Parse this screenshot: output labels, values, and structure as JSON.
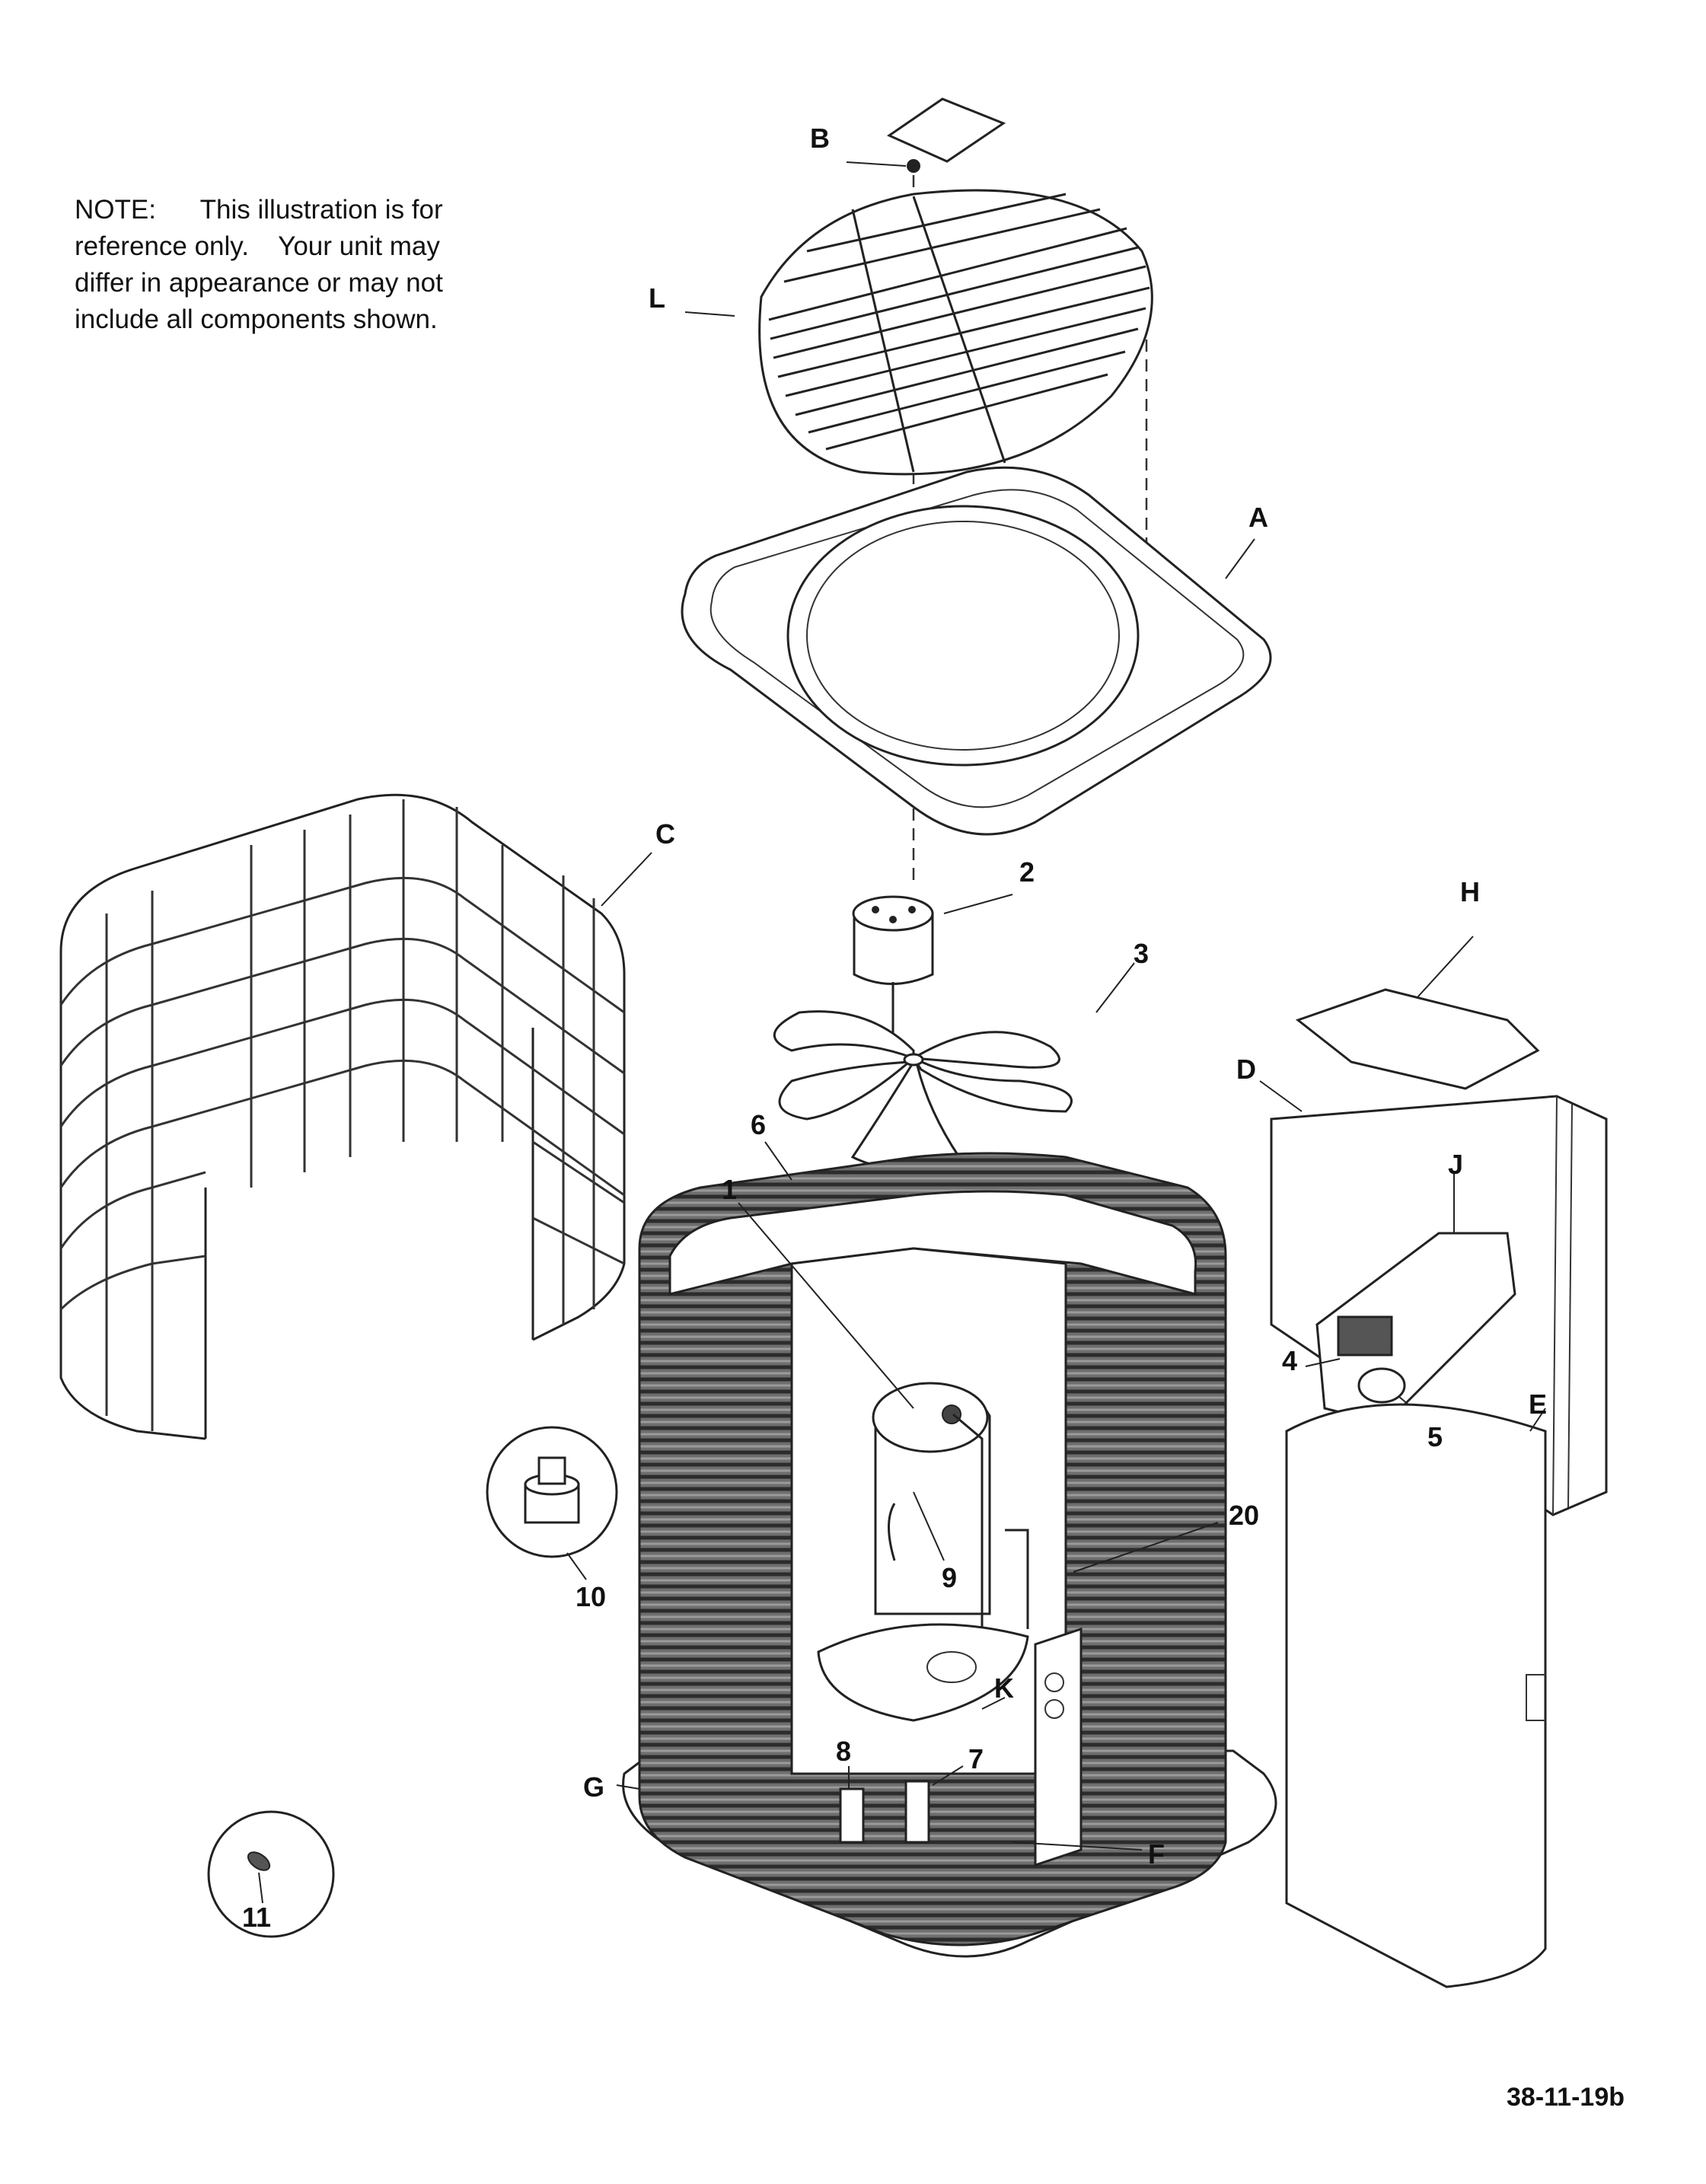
{
  "note": {
    "lines": [
      "NOTE:      This illustration is for",
      "reference only.    Your unit may",
      "differ in appearance or may not",
      "include all components shown."
    ]
  },
  "callouts": {
    "B": "B",
    "L": "L",
    "A": "A",
    "C": "C",
    "2": "2",
    "3": "3",
    "H": "H",
    "D": "D",
    "6": "6",
    "1": "1",
    "J": "J",
    "4": "4",
    "5": "5",
    "E": "E",
    "20": "20",
    "9": "9",
    "10": "10",
    "K": "K",
    "8": "8",
    "7": "7",
    "G": "G",
    "F": "F",
    "11": "11"
  },
  "figure_id": "38-11-19b"
}
